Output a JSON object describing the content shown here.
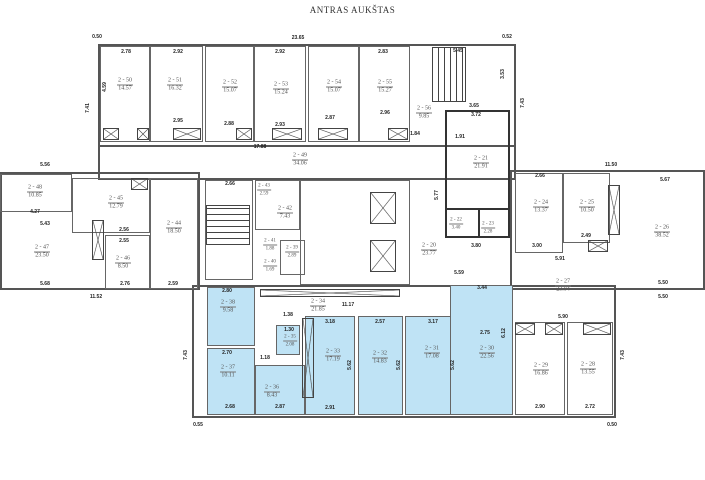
{
  "title": "ANTRAS AUKŠTAS",
  "highlight_color": "#bfe3f5",
  "rooms": [
    {
      "id": "2 - 50",
      "area": "14.57"
    },
    {
      "id": "2 - 51",
      "area": "16.32"
    },
    {
      "id": "2 - 52",
      "area": "15.07"
    },
    {
      "id": "2 - 53",
      "area": "15.24"
    },
    {
      "id": "2 - 54",
      "area": "15.07"
    },
    {
      "id": "2 - 55",
      "area": "15.27"
    },
    {
      "id": "2 - 56",
      "area": "9.85"
    },
    {
      "id": "2 - 49",
      "area": "34.06"
    },
    {
      "id": "2 - 48",
      "area": "10.85"
    },
    {
      "id": "2 - 47",
      "area": "23.50"
    },
    {
      "id": "2 - 45",
      "area": "12.79"
    },
    {
      "id": "2 - 46",
      "area": "8.50"
    },
    {
      "id": "2 - 44",
      "area": "18.50"
    },
    {
      "id": "2 - 43",
      "area": "2.59"
    },
    {
      "id": "2 - 42",
      "area": "7.43"
    },
    {
      "id": "2 - 41",
      "area": "1.88"
    },
    {
      "id": "2 - 39",
      "area": "2.89"
    },
    {
      "id": "2 - 40",
      "area": "1.69"
    },
    {
      "id": "2 - 21",
      "area": "21.91"
    },
    {
      "id": "2 - 22",
      "area": "3.40"
    },
    {
      "id": "2 - 23",
      "area": "2.28"
    },
    {
      "id": "2 - 20",
      "area": "23.77"
    },
    {
      "id": "2 - 24",
      "area": "13.37"
    },
    {
      "id": "2 - 25",
      "area": "10.50"
    },
    {
      "id": "2 - 26",
      "area": "38.52"
    },
    {
      "id": "2 - 27",
      "area": "23.04"
    },
    {
      "id": "2 - 38",
      "area": "9.58",
      "highlighted": true
    },
    {
      "id": "2 - 37",
      "area": "10.11",
      "highlighted": true
    },
    {
      "id": "2 - 36",
      "area": "8.43",
      "highlighted": true
    },
    {
      "id": "2 - 35",
      "area": "2.08",
      "highlighted": true
    },
    {
      "id": "2 - 34",
      "area": "21.85"
    },
    {
      "id": "2 - 33",
      "area": "17.19",
      "highlighted": true
    },
    {
      "id": "2 - 32",
      "area": "14.83",
      "highlighted": true
    },
    {
      "id": "2 - 31",
      "area": "17.08",
      "highlighted": true
    },
    {
      "id": "2 - 30",
      "area": "22.56",
      "highlighted": true
    },
    {
      "id": "2 - 29",
      "area": "16.86"
    },
    {
      "id": "2 - 28",
      "area": "13.55"
    }
  ],
  "dims": [
    "0.50",
    "23.65",
    "0.52",
    "2.78",
    "2.92",
    "2.92",
    "2.83",
    "5.45",
    "7.41",
    "4.59",
    "2.95",
    "2.88",
    "2.93",
    "2.87",
    "2.96",
    "17.88",
    "3.53",
    "3.65",
    "3.72",
    "7.43",
    "5.56",
    "11.50",
    "5.67",
    "2.66",
    "4.27",
    "5.43",
    "2.56",
    "2.55",
    "5.68",
    "2.76",
    "2.59",
    "11.52",
    "1.84",
    "1.91",
    "5.77",
    "3.80",
    "5.59",
    "2.66",
    "3.00",
    "5.91",
    "2.49",
    "5.50",
    "5.50",
    "2.80",
    "2.70",
    "2.68",
    "2.87",
    "2.91",
    "3.18",
    "2.57",
    "3.17",
    "3.44",
    "2.75",
    "6.12",
    "11.17",
    "5.90",
    "2.90",
    "2.72",
    "7.43",
    "7.43",
    "0.55",
    "0.50",
    "5.62",
    "5.62",
    "5.62",
    "1.18",
    "1.38",
    "1.30"
  ]
}
